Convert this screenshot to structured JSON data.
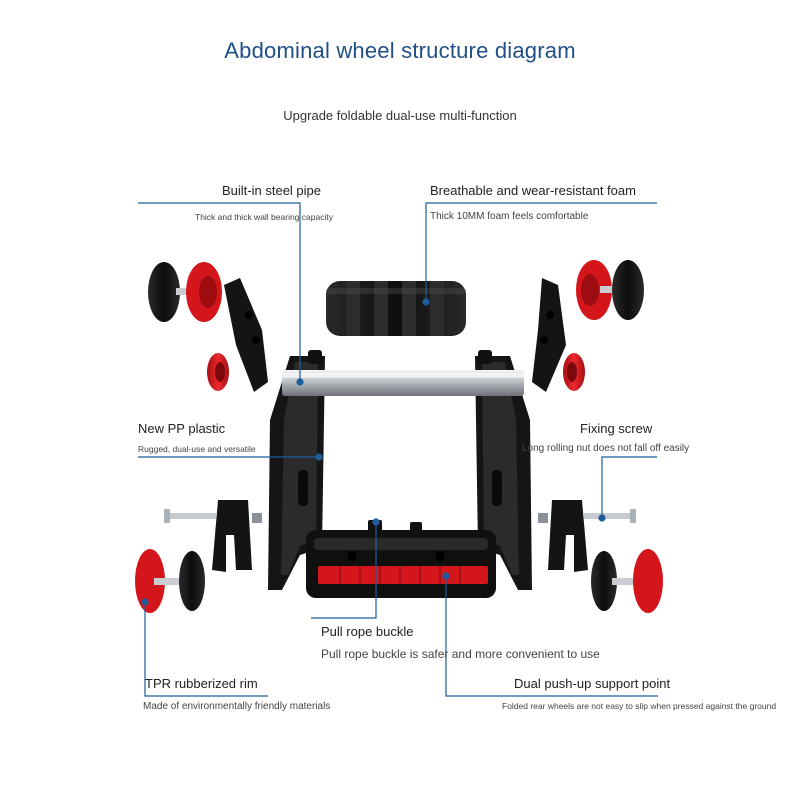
{
  "header": {
    "title": "Abdominal wheel structure diagram",
    "subtitle": "Upgrade foldable dual-use multi-function"
  },
  "callouts": {
    "steel_pipe": {
      "title": "Built-in steel pipe",
      "desc": "Thick and thick wall bearing capacity"
    },
    "foam": {
      "title": "Breathable and wear-resistant foam",
      "desc": "Thick 10MM foam feels comfortable"
    },
    "pp_plastic": {
      "title": "New PP plastic",
      "desc": "Rugged, dual-use and versatile"
    },
    "fixing_screw": {
      "title": "Fixing screw",
      "desc": "Long rolling nut does not fall off easily"
    },
    "rope_buckle": {
      "title": "Pull rope buckle",
      "desc": "Pull rope buckle is safer and more convenient to use"
    },
    "tpr_rim": {
      "title": "TPR rubberized rim",
      "desc": "Made of environmentally friendly materials"
    },
    "support_point": {
      "title": "Dual push-up support point",
      "desc": "Folded rear wheels are not easy to slip when pressed against the ground"
    }
  },
  "colors": {
    "title": "#1f4f86",
    "line": "#1f5c9a",
    "red": "#d4161c",
    "black": "#141414",
    "steel": "#c8ccd0"
  }
}
